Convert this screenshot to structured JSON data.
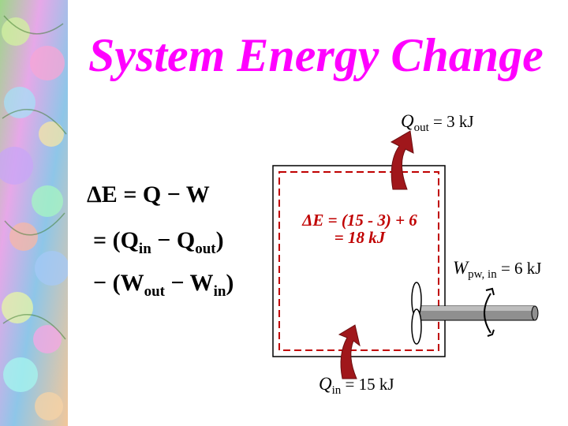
{
  "title": "System Energy Change",
  "equation": {
    "line1": "ΔE = Q − W",
    "line2_prefix": "= (Q",
    "line2_sub1": "in",
    "line2_mid": " − Q",
    "line2_sub2": "out",
    "line2_suffix": ")",
    "line3_prefix": "− (W",
    "line3_sub1": "out",
    "line3_mid": " − W",
    "line3_sub2": "in",
    "line3_suffix": ")"
  },
  "system": {
    "calc_line1": "ΔE = (15 - 3) + 6",
    "calc_line2": "= 18 kJ"
  },
  "labels": {
    "qout_sym": "Q",
    "qout_sub": "out",
    "qout_val": " = 3 kJ",
    "qin_sym": "Q",
    "qin_sub": "in",
    "qin_val": " = 15 kJ",
    "wpw_sym": "W",
    "wpw_sub": "pw, in",
    "wpw_val": " = 6 kJ"
  },
  "colors": {
    "title": "#ff00ff",
    "arrow": "#a0171b",
    "system_boundary": "#c00000",
    "system_text": "#c00000"
  }
}
